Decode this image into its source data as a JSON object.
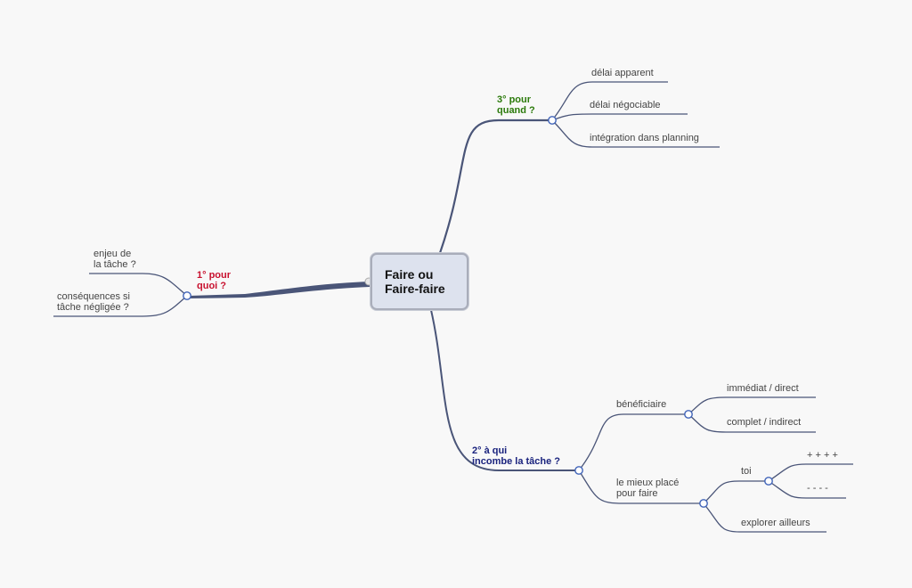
{
  "central": {
    "title": "Faire ou\nFaire-faire"
  },
  "branches": {
    "pourquoi": {
      "label": "1° pour\nquoi ?",
      "color": "#c8102e",
      "children": [
        "enjeu de\nla tâche ?",
        "conséquences si\ntâche négligée ?"
      ]
    },
    "quand": {
      "label": "3° pour\nquand ?",
      "color": "#2b7a0b",
      "children": [
        "délai apparent",
        "délai négociable",
        "intégration dans planning"
      ]
    },
    "qui": {
      "label": "2° à qui\nincombe la tâche ?",
      "color": "#1a237e",
      "beneficiaire": {
        "label": "bénéficiaire",
        "children": [
          "immédiat / direct",
          "complet / indirect"
        ]
      },
      "mieux_place": {
        "label": "le mieux placé\npour faire",
        "toi": {
          "label": "toi",
          "children": [
            "+ + + +",
            "- - - -"
          ]
        },
        "explorer": "explorer ailleurs"
      }
    }
  },
  "colors": {
    "line": "#4a5578",
    "node_fill": "#dde2ee",
    "collapse_stroke": "#3f63b8"
  }
}
